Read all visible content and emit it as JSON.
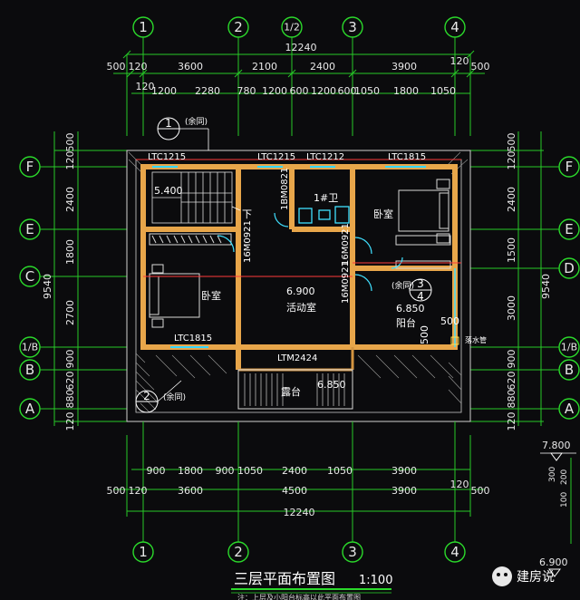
{
  "title": "三层平面布置图",
  "scale": "1:100",
  "footnote": "注：上层及小阳台标高以此平面布置图",
  "watermark": "建房说",
  "grid_top": [
    "1",
    "2",
    "1/2",
    "3",
    "4"
  ],
  "grid_bottom": [
    "1",
    "2",
    "3",
    "4"
  ],
  "grid_left": [
    "F",
    "E",
    "C",
    "1/B",
    "B",
    "A"
  ],
  "grid_right": [
    "F",
    "E",
    "D",
    "1/B",
    "B",
    "A"
  ],
  "top_total": "12240",
  "top_dims_1": [
    "500",
    "120",
    "3600",
    "2100",
    "2400",
    "3900",
    "120",
    "500"
  ],
  "top_dims_2": [
    "120",
    "1200",
    "2280",
    "780",
    "1200",
    "600",
    "1200",
    "600",
    "1050",
    "1800",
    "1050"
  ],
  "bottom_dims_1": [
    "900",
    "1800",
    "900",
    "1050",
    "2400",
    "1050",
    "3900"
  ],
  "bottom_dims_2": [
    "500",
    "120",
    "3600",
    "4500",
    "3900",
    "120",
    "500"
  ],
  "bottom_total": "12240",
  "left_total": "9540",
  "left_dims": [
    "500",
    "120",
    "2400",
    "1800",
    "2700",
    "900",
    "620",
    "880",
    "120"
  ],
  "right_total": "9540",
  "right_dims": [
    "500",
    "120",
    "2400",
    "1500",
    "3000",
    "900",
    "620",
    "880",
    "120"
  ],
  "elevation_right": [
    "7.800",
    "6.900"
  ],
  "right_small_dims": [
    "300",
    "200",
    "100"
  ],
  "rooms": {
    "stair_elev": "5.400",
    "stair_down": "下",
    "bath": "1#卫",
    "bedroom_ne": "卧室",
    "bedroom_w": "卧室",
    "activity_elev": "6.900",
    "activity": "活动室",
    "balcony_elev": "6.850",
    "balcony": "阳台",
    "terrace": "露台",
    "terrace_elev": "6.850",
    "balcony_dim": "500",
    "balcony_dim2": "500",
    "downpipe": "落水管"
  },
  "labels": {
    "w1": "LTC1215",
    "w2": "LTC1215",
    "w3": "LTC1212",
    "w4": "LTC1815",
    "w5": "LTC1815",
    "door_main": "LTM2424",
    "d1": "1BM0821",
    "d2": "16M0921",
    "d3": "16M0921",
    "d4": "16M0921",
    "section1": "1",
    "section1_note": "(余同)",
    "section2": "2",
    "section2_note": "(余同)",
    "section34_a": "3",
    "section34_b": "4",
    "section34_note": "(余同)"
  }
}
